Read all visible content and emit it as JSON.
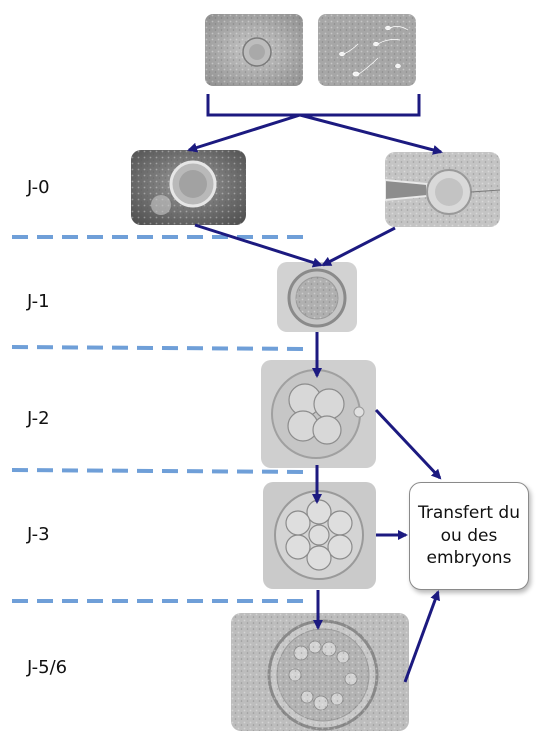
{
  "days": [
    {
      "id": "j0",
      "label": "J-0"
    },
    {
      "id": "j1",
      "label": "J-1"
    },
    {
      "id": "j2",
      "label": "J-2"
    },
    {
      "id": "j3",
      "label": "J-3"
    },
    {
      "id": "j56",
      "label": "J-5/6"
    }
  ],
  "transfer_box": {
    "text": "Transfert du\nou des\nembryons"
  },
  "colors": {
    "arrow": "#1c1a80",
    "divider": "#6f9fd8",
    "micrograph_bg": "#9c9c9c"
  }
}
